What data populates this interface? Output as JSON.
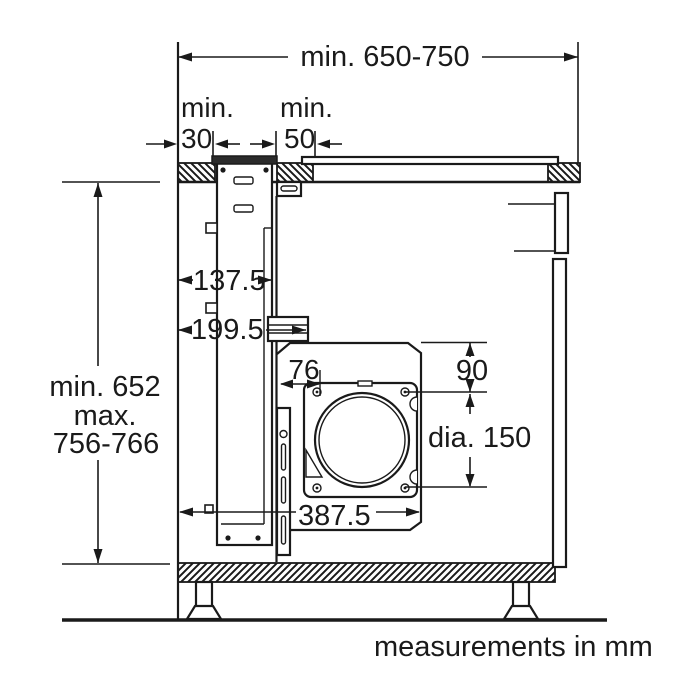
{
  "colors": {
    "line": "#1a1a1a",
    "background": "#ffffff",
    "chimney_cap_fill": "#2b2b2b"
  },
  "labels": {
    "top_width": "min. 650-750",
    "rear_gap_line1": "min.",
    "rear_gap_line2": "30",
    "side_gap_line1": "min.",
    "side_gap_line2": "50",
    "duct_depth": "137.5",
    "bracket_depth": "199.5",
    "height_line1": "min. 652",
    "height_line2": "max.",
    "height_line3": "756-766",
    "hole_offset": "76",
    "top_to_hole": "90",
    "duct_diameter": "dia. 150",
    "blower_width": "387.5",
    "units_note": "measurements in mm"
  }
}
